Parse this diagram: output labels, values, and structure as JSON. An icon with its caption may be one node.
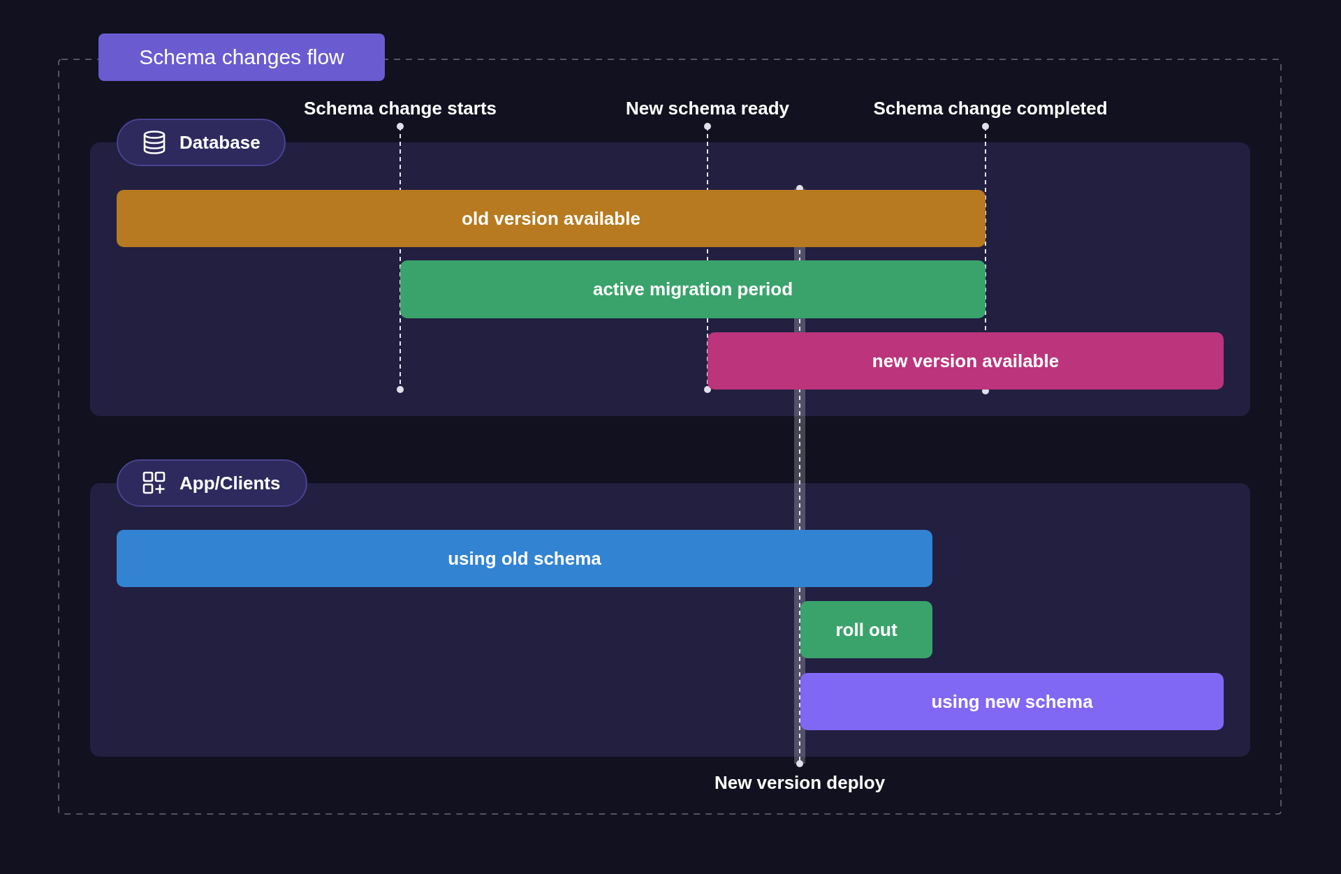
{
  "diagram": {
    "title": "Schema changes flow",
    "nodes": [
      {
        "text": [
          "Database"
        ]
      },
      {
        "text": [
          "old version available"
        ],
        "in": 0
      },
      {
        "text": [
          "active migration period"
        ],
        "in": 0
      },
      {
        "text": [
          "new version available"
        ],
        "in": 0
      },
      {
        "text": [
          "App/Clients"
        ]
      },
      {
        "text": [
          "using old schema"
        ],
        "in": 4
      },
      {
        "text": [
          "roll out"
        ],
        "in": 4
      },
      {
        "text": [
          "using new schema"
        ],
        "in": 4
      }
    ],
    "labels": [
      "Schema change starts",
      "New schema ready",
      "Schema change completed",
      "New version deploy"
    ]
  }
}
